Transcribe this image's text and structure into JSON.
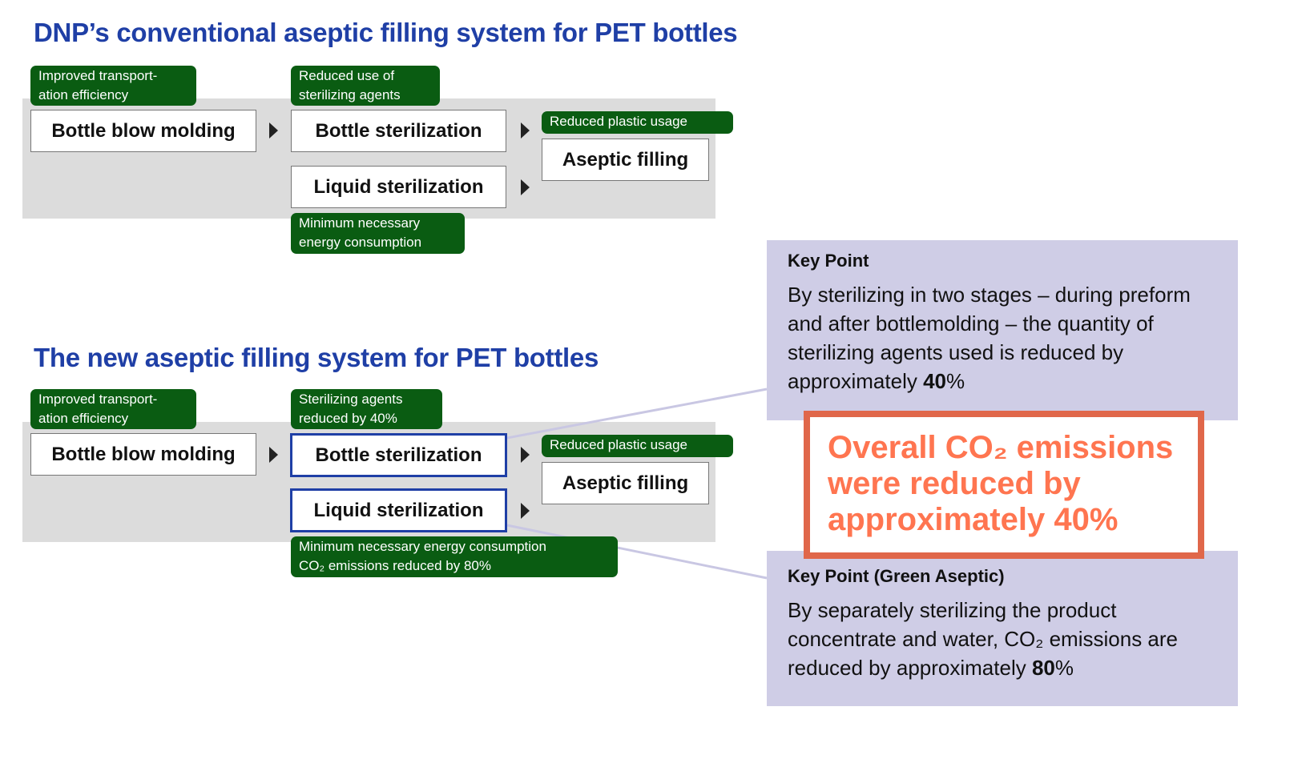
{
  "conventional": {
    "title": "DNP’s conventional aseptic filling system for PET bottles",
    "tags": {
      "transport": "Improved transport-\nation efficiency",
      "agents": "Reduced use of\nsterilizing agents",
      "plastic": "Reduced plastic usage",
      "energy": "Minimum necessary\nenergy consumption"
    },
    "steps": {
      "blow": "Bottle blow molding",
      "bottle": "Bottle sterilization",
      "liquid": "Liquid sterilization",
      "filling": "Aseptic filling"
    }
  },
  "new": {
    "title": "The new aseptic filling system for PET bottles",
    "tags": {
      "transport": "Improved transport-\nation efficiency",
      "agents": "Sterilizing agents\nreduced by 40%",
      "plastic": "Reduced plastic usage",
      "energy": "Minimum necessary energy consumption",
      "co2": "CO₂ emissions reduced by 80%"
    },
    "steps": {
      "blow": "Bottle blow molding",
      "bottle": "Bottle sterilization",
      "liquid": "Liquid sterilization",
      "filling": "Aseptic filling"
    }
  },
  "keypoint1": {
    "heading": "Key Point",
    "text": "By sterilizing in two stages – during preform and after bottlemolding – the quantity of sterilizing agents used is reduced by approximately ",
    "value": "40",
    "unit": "%"
  },
  "keypoint2": {
    "heading": "Key Point (Green Aseptic)",
    "text": "By separately sterilizing the product concentrate and water, CO₂ emissions are reduced by approximately ",
    "value": "80",
    "unit": "%"
  },
  "summary": {
    "line1": "Overall CO₂ emissions",
    "line2": "were reduced by",
    "line3": "approximately 40%"
  },
  "colors": {
    "blue": "#1f3fa6",
    "green": "#0a5c12",
    "orange": "#ff7550",
    "lavender": "#cfcde6"
  }
}
